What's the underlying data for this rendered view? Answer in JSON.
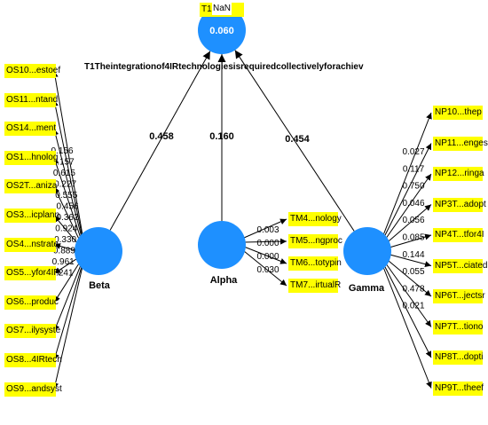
{
  "nan_label": "NaN",
  "target": {
    "value": "0.060",
    "title": "T1Theintegrationof4IRtechnologiesisrequiredcollectivelyforachiev",
    "tag": "T1"
  },
  "paths": {
    "beta": "0.458",
    "alpha": "0.160",
    "gamma": "0.454"
  },
  "constructs": {
    "beta": "Beta",
    "alpha": "Alpha",
    "gamma": "Gamma"
  },
  "beta_items": [
    {
      "label": "OS10...estoef",
      "weight": "0.156"
    },
    {
      "label": "OS11...ntand",
      "weight": "0.157"
    },
    {
      "label": "OS14...ment",
      "weight": "0.615"
    },
    {
      "label": "OS1...hnolog",
      "weight": "0.227"
    },
    {
      "label": "OS2T...aniza",
      "weight": "0.555"
    },
    {
      "label": "OS3...icplann",
      "weight": "0.456"
    },
    {
      "label": "OS4...nstrate",
      "weight": "0.362"
    },
    {
      "label": "OS5...yfor4IR",
      "weight": "0.924"
    },
    {
      "label": "OS6...produc",
      "weight": "0.330"
    },
    {
      "label": "OS7...ilysyste",
      "weight": "0.889"
    },
    {
      "label": "OS8...4IRtech",
      "weight": "0.961"
    },
    {
      "label": "OS9...andsyst",
      "weight": "0.241"
    }
  ],
  "alpha_items": [
    {
      "label": "TM4...nology",
      "weight": "0.003"
    },
    {
      "label": "TM5...ngproc",
      "weight": "0.000"
    },
    {
      "label": "TM6...totypin",
      "weight": "0.000"
    },
    {
      "label": "TM7...irtualR",
      "weight": "0.030"
    }
  ],
  "gamma_items": [
    {
      "label": "NP10...thep",
      "weight": "0.027"
    },
    {
      "label": "NP11...enges",
      "weight": "0.117"
    },
    {
      "label": "NP12...ringa",
      "weight": "0.750"
    },
    {
      "label": "NP3T...adopt",
      "weight": "0.046"
    },
    {
      "label": "NP4T...tfor4I",
      "weight": "0.056"
    },
    {
      "label": "NP5T...ciated",
      "weight": "0.085"
    },
    {
      "label": "NP6T...jectsr",
      "weight": "0.144"
    },
    {
      "label": "NP7T...tiono",
      "weight": "0.055"
    },
    {
      "label": "NP8T...dopti",
      "weight": "0.478"
    },
    {
      "label": "NP9T...theef",
      "weight": "0.021"
    }
  ],
  "colors": {
    "node": "#1e90ff",
    "indicator": "#ffff00",
    "arrow": "#000000"
  }
}
